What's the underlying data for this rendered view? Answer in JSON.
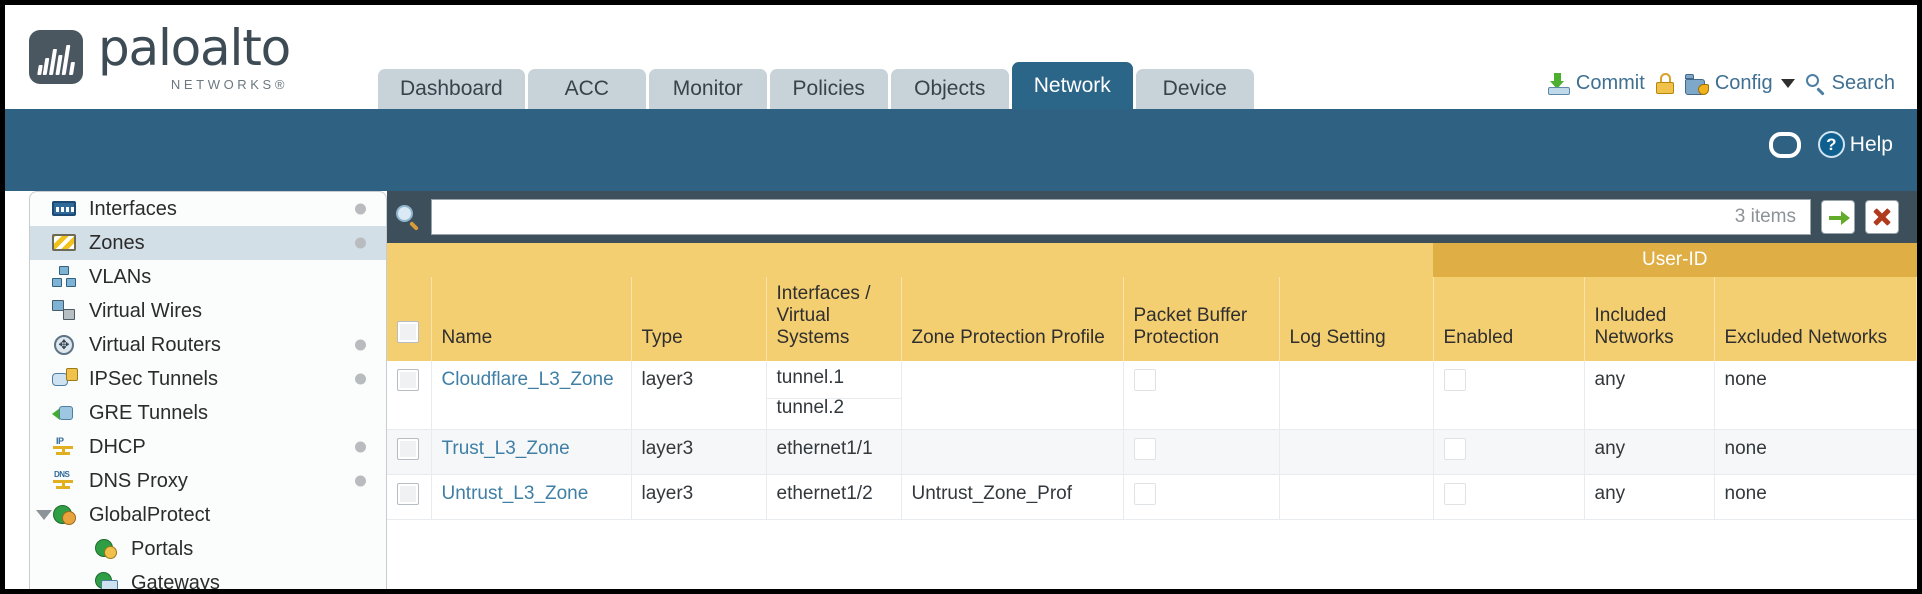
{
  "brand": {
    "name": "paloalto",
    "sub": "NETWORKS®",
    "logo_icon": "paloalto-waveform-logo"
  },
  "nav": {
    "tabs": [
      {
        "label": "Dashboard",
        "active": false
      },
      {
        "label": "ACC",
        "active": false
      },
      {
        "label": "Monitor",
        "active": false
      },
      {
        "label": "Policies",
        "active": false
      },
      {
        "label": "Objects",
        "active": false
      },
      {
        "label": "Network",
        "active": true
      },
      {
        "label": "Device",
        "active": false
      }
    ]
  },
  "top_actions": {
    "commit": "Commit",
    "commit_icon": "commit-save-icon",
    "lock_icon": "unlock-padlock-icon",
    "config": "Config",
    "config_icon": "config-folder-wrench-icon",
    "config_caret_icon": "chevron-down-icon",
    "search": "Search",
    "search_icon": "magnifier-icon"
  },
  "blue_bar": {
    "refresh_icon": "refresh-icon",
    "help": "Help",
    "help_icon": "question-circle-icon"
  },
  "sidebar": {
    "items": [
      {
        "label": "Interfaces",
        "icon": "interfaces-icon",
        "selected": false,
        "dot": true,
        "child": false,
        "twisty": false
      },
      {
        "label": "Zones",
        "icon": "zones-barrier-icon",
        "selected": true,
        "dot": true,
        "child": false,
        "twisty": false
      },
      {
        "label": "VLANs",
        "icon": "vlans-icon",
        "selected": false,
        "dot": false,
        "child": false,
        "twisty": false
      },
      {
        "label": "Virtual Wires",
        "icon": "virtual-wires-icon",
        "selected": false,
        "dot": false,
        "child": false,
        "twisty": false
      },
      {
        "label": "Virtual Routers",
        "icon": "virtual-routers-icon",
        "selected": false,
        "dot": true,
        "child": false,
        "twisty": false
      },
      {
        "label": "IPSec Tunnels",
        "icon": "ipsec-tunnels-icon",
        "selected": false,
        "dot": true,
        "child": false,
        "twisty": false
      },
      {
        "label": "GRE Tunnels",
        "icon": "gre-tunnels-icon",
        "selected": false,
        "dot": false,
        "child": false,
        "twisty": false
      },
      {
        "label": "DHCP",
        "icon": "dhcp-icon",
        "selected": false,
        "dot": true,
        "child": false,
        "twisty": false
      },
      {
        "label": "DNS Proxy",
        "icon": "dns-proxy-icon",
        "selected": false,
        "dot": true,
        "child": false,
        "twisty": false
      },
      {
        "label": "GlobalProtect",
        "icon": "globalprotect-icon",
        "selected": false,
        "dot": false,
        "child": false,
        "twisty": true
      },
      {
        "label": "Portals",
        "icon": "gp-portals-icon",
        "selected": false,
        "dot": false,
        "child": true,
        "twisty": false
      },
      {
        "label": "Gateways",
        "icon": "gp-gateways-icon",
        "selected": false,
        "dot": false,
        "child": true,
        "twisty": false
      }
    ]
  },
  "search": {
    "placeholder": "",
    "value": "",
    "item_count": "3 items",
    "magnifier_icon": "search-icon",
    "go_icon": "arrow-right-icon",
    "clear_icon": "clear-x-icon"
  },
  "table": {
    "group_header": "User-ID",
    "columns": [
      "Name",
      "Type",
      "Interfaces / Virtual Systems",
      "Zone Protection Profile",
      "Packet Buffer Protection",
      "Log Setting",
      "Enabled",
      "Included Networks",
      "Excluded Networks"
    ],
    "rows": [
      {
        "name": "Cloudflare_L3_Zone",
        "type": "layer3",
        "interfaces": [
          "tunnel.1",
          "tunnel.2"
        ],
        "zone_protection_profile": "",
        "packet_buffer_protection": false,
        "log_setting": "",
        "userid_enabled": false,
        "included_networks": "any",
        "excluded_networks": "none"
      },
      {
        "name": "Trust_L3_Zone",
        "type": "layer3",
        "interfaces": [
          "ethernet1/1"
        ],
        "zone_protection_profile": "",
        "packet_buffer_protection": false,
        "log_setting": "",
        "userid_enabled": false,
        "included_networks": "any",
        "excluded_networks": "none"
      },
      {
        "name": "Untrust_L3_Zone",
        "type": "layer3",
        "interfaces": [
          "ethernet1/2"
        ],
        "zone_protection_profile": "Untrust_Zone_Prof",
        "packet_buffer_protection": false,
        "log_setting": "",
        "userid_enabled": false,
        "included_networks": "any",
        "excluded_networks": "none"
      }
    ]
  },
  "colors": {
    "brand_dark": "#3d4b54",
    "tab_active": "#2b6689",
    "tab_inactive": "#c7d3d8",
    "blue_band": "#2f6182",
    "header_gold": "#f4cf72",
    "group_gold": "#dfae45",
    "search_bar": "#3e4f5c",
    "link": "#3f7fa6"
  }
}
